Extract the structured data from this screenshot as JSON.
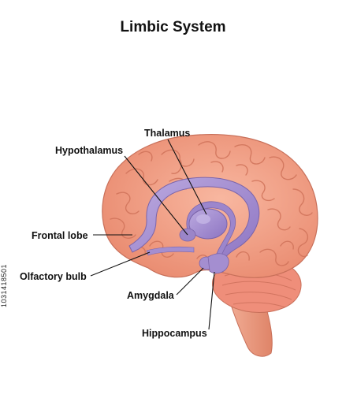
{
  "title": "Limbic System",
  "labels": {
    "thalamus": "Thalamus",
    "hypothalamus": "Hypothalamus",
    "frontal_lobe": "Frontal lobe",
    "olfactory_bulb": "Olfactory bulb",
    "amygdala": "Amygdala",
    "hippocampus": "Hippocampus"
  },
  "side_id": "1031418501",
  "colors": {
    "brain": "#f4a084",
    "brain_fold": "#d9775d",
    "limbic": "#a48ed0",
    "limbic_edge": "#7b64aa",
    "cerebellum": "#ef8e7a",
    "brainstem": "#f0a48c"
  },
  "icons": [
    "brain-illustration"
  ]
}
